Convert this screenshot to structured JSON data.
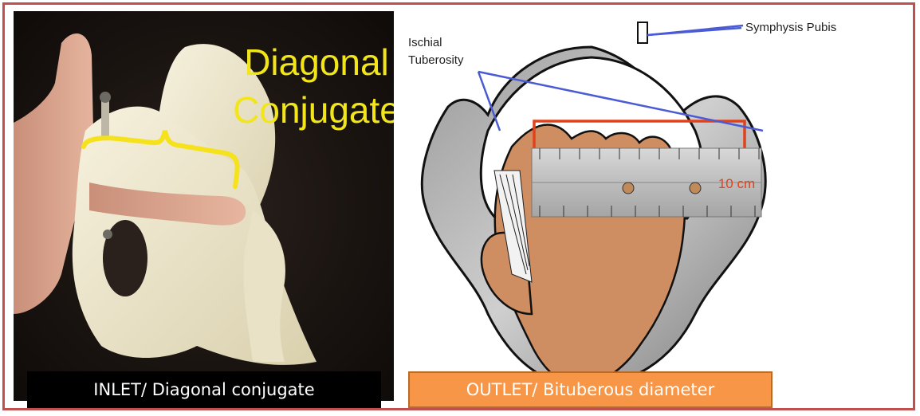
{
  "left_panel": {
    "title_line1": "Diagonal",
    "title_line2": "Conjugate",
    "caption": "INLET/ Diagonal conjugate"
  },
  "right_panel": {
    "label_ischial_1": "Ischial",
    "label_ischial_2": "Tuberosity",
    "label_symphysis": "Symphysis Pubis",
    "measure_label": "10 cm",
    "caption": "OUTLET/ Bituberous diameter"
  },
  "colors": {
    "frame": "#c0504d",
    "caption_left_bg": "#000000",
    "caption_right_bg": "#f79646",
    "title_yellow": "#f2e51a",
    "bracket_yellow": "#f5e21c",
    "hand_skin": "#cf8e62",
    "pointer_blue": "#4a5bd4",
    "measure_red": "#e0421c"
  }
}
